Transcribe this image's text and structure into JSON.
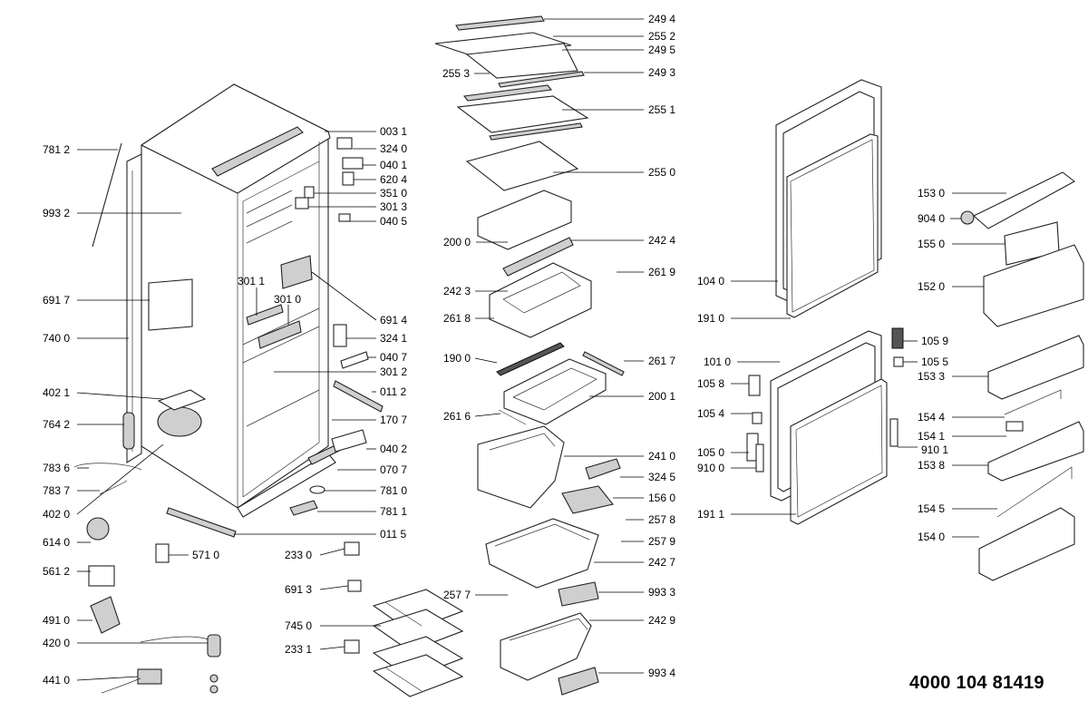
{
  "document_number": "4000 104 81419",
  "labels": [
    "781 2",
    "993 2",
    "691 7",
    "740 0",
    "402 1",
    "764 2",
    "783 6",
    "783 7",
    "402 0",
    "614 0",
    "561 2",
    "491 0",
    "420 0",
    "441 0",
    "571 0",
    "003 1",
    "324 0",
    "040 1",
    "620 4",
    "351 0",
    "301 3",
    "040 5",
    "301 1",
    "301 0",
    "691 4",
    "324 1",
    "040 7",
    "301 2",
    "011 2",
    "170 7",
    "040 2",
    "070 7",
    "781 0",
    "781 1",
    "011 5",
    "233 0",
    "691 3",
    "745 0",
    "233 1",
    "249 4",
    "255 2",
    "249 5",
    "255 3",
    "249 3",
    "255 1",
    "255 0",
    "200 0",
    "242 4",
    "261 9",
    "242 3",
    "261 8",
    "190 0",
    "261 7",
    "200 1",
    "261 6",
    "241 0",
    "324 5",
    "156 0",
    "257 8",
    "257 9",
    "242 7",
    "257 7",
    "993 3",
    "242 9",
    "993 4",
    "104 0",
    "191 0",
    "101 0",
    "105 9",
    "105 5",
    "105 8",
    "105 4",
    "105 0",
    "910 0",
    "910 1",
    "191 1",
    "153 0",
    "904 0",
    "155 0",
    "152 0",
    "153 3",
    "154 4",
    "154 1",
    "153 8",
    "154 5",
    "154 0"
  ]
}
